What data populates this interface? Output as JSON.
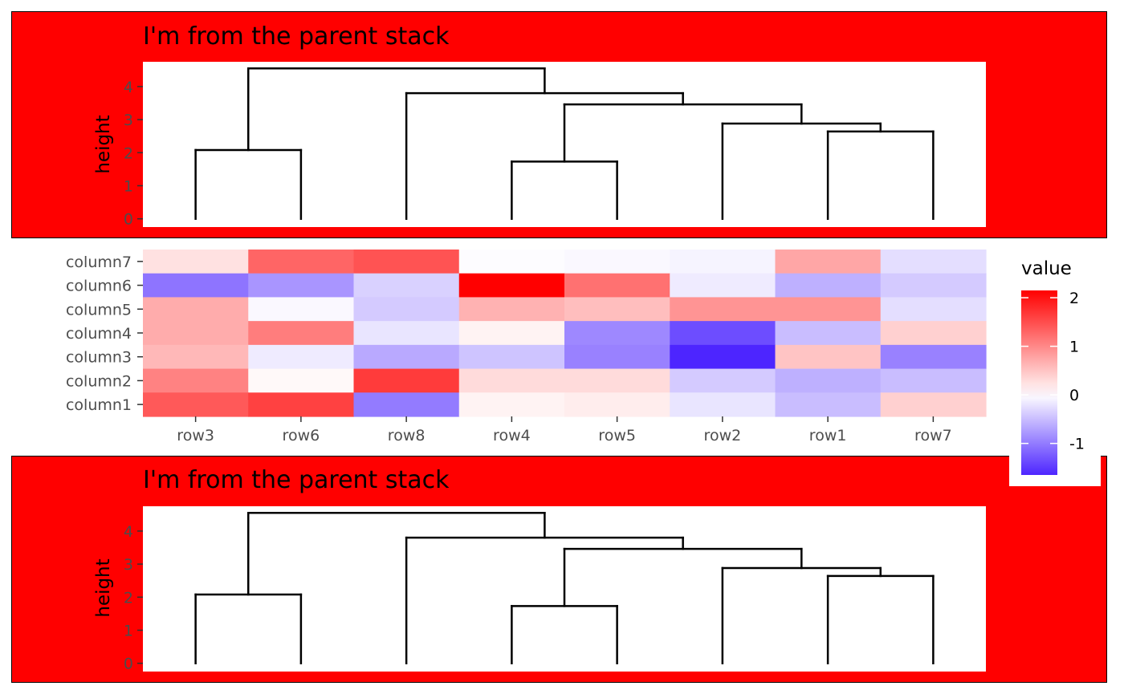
{
  "colors": {
    "background": "#ff0000",
    "panel": "#ffffff",
    "low": "#4d25ff",
    "mid": "#ffffff",
    "high": "#ff0000"
  },
  "chart_data": [
    {
      "type": "dendrogram",
      "title": "I'm from the parent stack",
      "ylabel": "height",
      "yticks": [
        0,
        1,
        2,
        3,
        4
      ],
      "ylim": [
        -0.25,
        4.75
      ],
      "leaves": [
        "row3",
        "row6",
        "row8",
        "row4",
        "row5",
        "row2",
        "row1",
        "row7"
      ],
      "merges": [
        {
          "left": "row4",
          "right": "row5",
          "height": 1.73
        },
        {
          "left": "row3",
          "right": "row6",
          "height": 2.08
        },
        {
          "left": "row1",
          "right": "row7",
          "height": 2.64
        },
        {
          "left": "row2",
          "right": "(row1,row7)",
          "height": 2.88
        },
        {
          "left": "(row4,row5)",
          "right": "(row2,row1,row7)",
          "height": 3.46
        },
        {
          "left": "row8",
          "right": "(row4,row5,row2,row1,row7)",
          "height": 3.8
        },
        {
          "left": "(row3,row6)",
          "right": "(row8,...)",
          "height": 4.55
        }
      ]
    },
    {
      "type": "heatmap",
      "x_categories": [
        "row3",
        "row6",
        "row8",
        "row4",
        "row5",
        "row2",
        "row1",
        "row7"
      ],
      "y_categories": [
        "column7",
        "column6",
        "column5",
        "column4",
        "column3",
        "column2",
        "column1"
      ],
      "values": [
        [
          0.25,
          1.3,
          1.45,
          -0.02,
          -0.05,
          -0.08,
          0.75,
          -0.25
        ],
        [
          -1.05,
          -0.8,
          -0.35,
          2.15,
          1.2,
          -0.15,
          -0.6,
          -0.4
        ],
        [
          0.7,
          -0.05,
          -0.4,
          0.65,
          0.55,
          0.9,
          0.9,
          -0.25
        ],
        [
          0.7,
          1.1,
          -0.2,
          0.1,
          -0.9,
          -1.35,
          -0.5,
          0.4
        ],
        [
          0.6,
          -0.15,
          -0.65,
          -0.45,
          -0.95,
          -1.65,
          0.5,
          -0.95
        ],
        [
          1.05,
          0.05,
          1.65,
          0.3,
          0.3,
          -0.4,
          -0.6,
          -0.5
        ],
        [
          1.4,
          1.6,
          -1.0,
          0.1,
          0.15,
          -0.2,
          -0.5,
          0.4
        ]
      ],
      "legend": {
        "title": "value",
        "ticks": [
          2,
          1,
          0,
          -1
        ],
        "min": -1.65,
        "max": 2.15
      }
    },
    {
      "type": "dendrogram",
      "title": "I'm from the parent stack",
      "ylabel": "height",
      "yticks": [
        0,
        1,
        2,
        3,
        4
      ],
      "ylim": [
        -0.25,
        4.75
      ],
      "leaves": [
        "row3",
        "row6",
        "row8",
        "row4",
        "row5",
        "row2",
        "row1",
        "row7"
      ],
      "merges": [
        {
          "left": "row4",
          "right": "row5",
          "height": 1.73
        },
        {
          "left": "row3",
          "right": "row6",
          "height": 2.08
        },
        {
          "left": "row1",
          "right": "row7",
          "height": 2.64
        },
        {
          "left": "row2",
          "right": "(row1,row7)",
          "height": 2.88
        },
        {
          "left": "(row4,row5)",
          "right": "(row2,row1,row7)",
          "height": 3.46
        },
        {
          "left": "row8",
          "right": "(row4,row5,row2,row1,row7)",
          "height": 3.8
        },
        {
          "left": "(row3,row6)",
          "right": "(row8,...)",
          "height": 4.55
        }
      ]
    }
  ]
}
